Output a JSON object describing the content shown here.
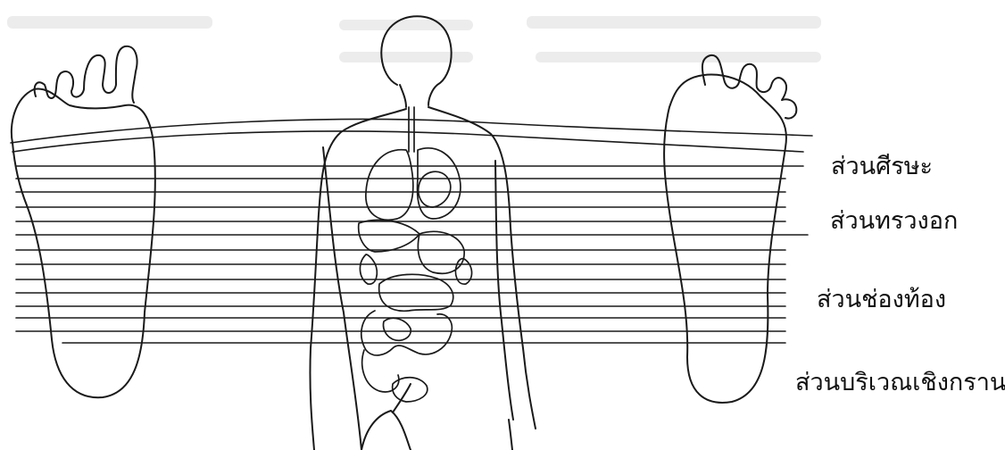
{
  "labels": {
    "head": "ส่วนศีรษะ",
    "chest": "ส่วนทรวงอก",
    "abdomen": "ส่วนช่องท้อง",
    "pelvic": "ส่วนบริเวณเชิงกราน"
  },
  "colors": {
    "ink": "#1a1a1a",
    "faint_ink": "#bdbdbd",
    "background": "#ffffff"
  }
}
